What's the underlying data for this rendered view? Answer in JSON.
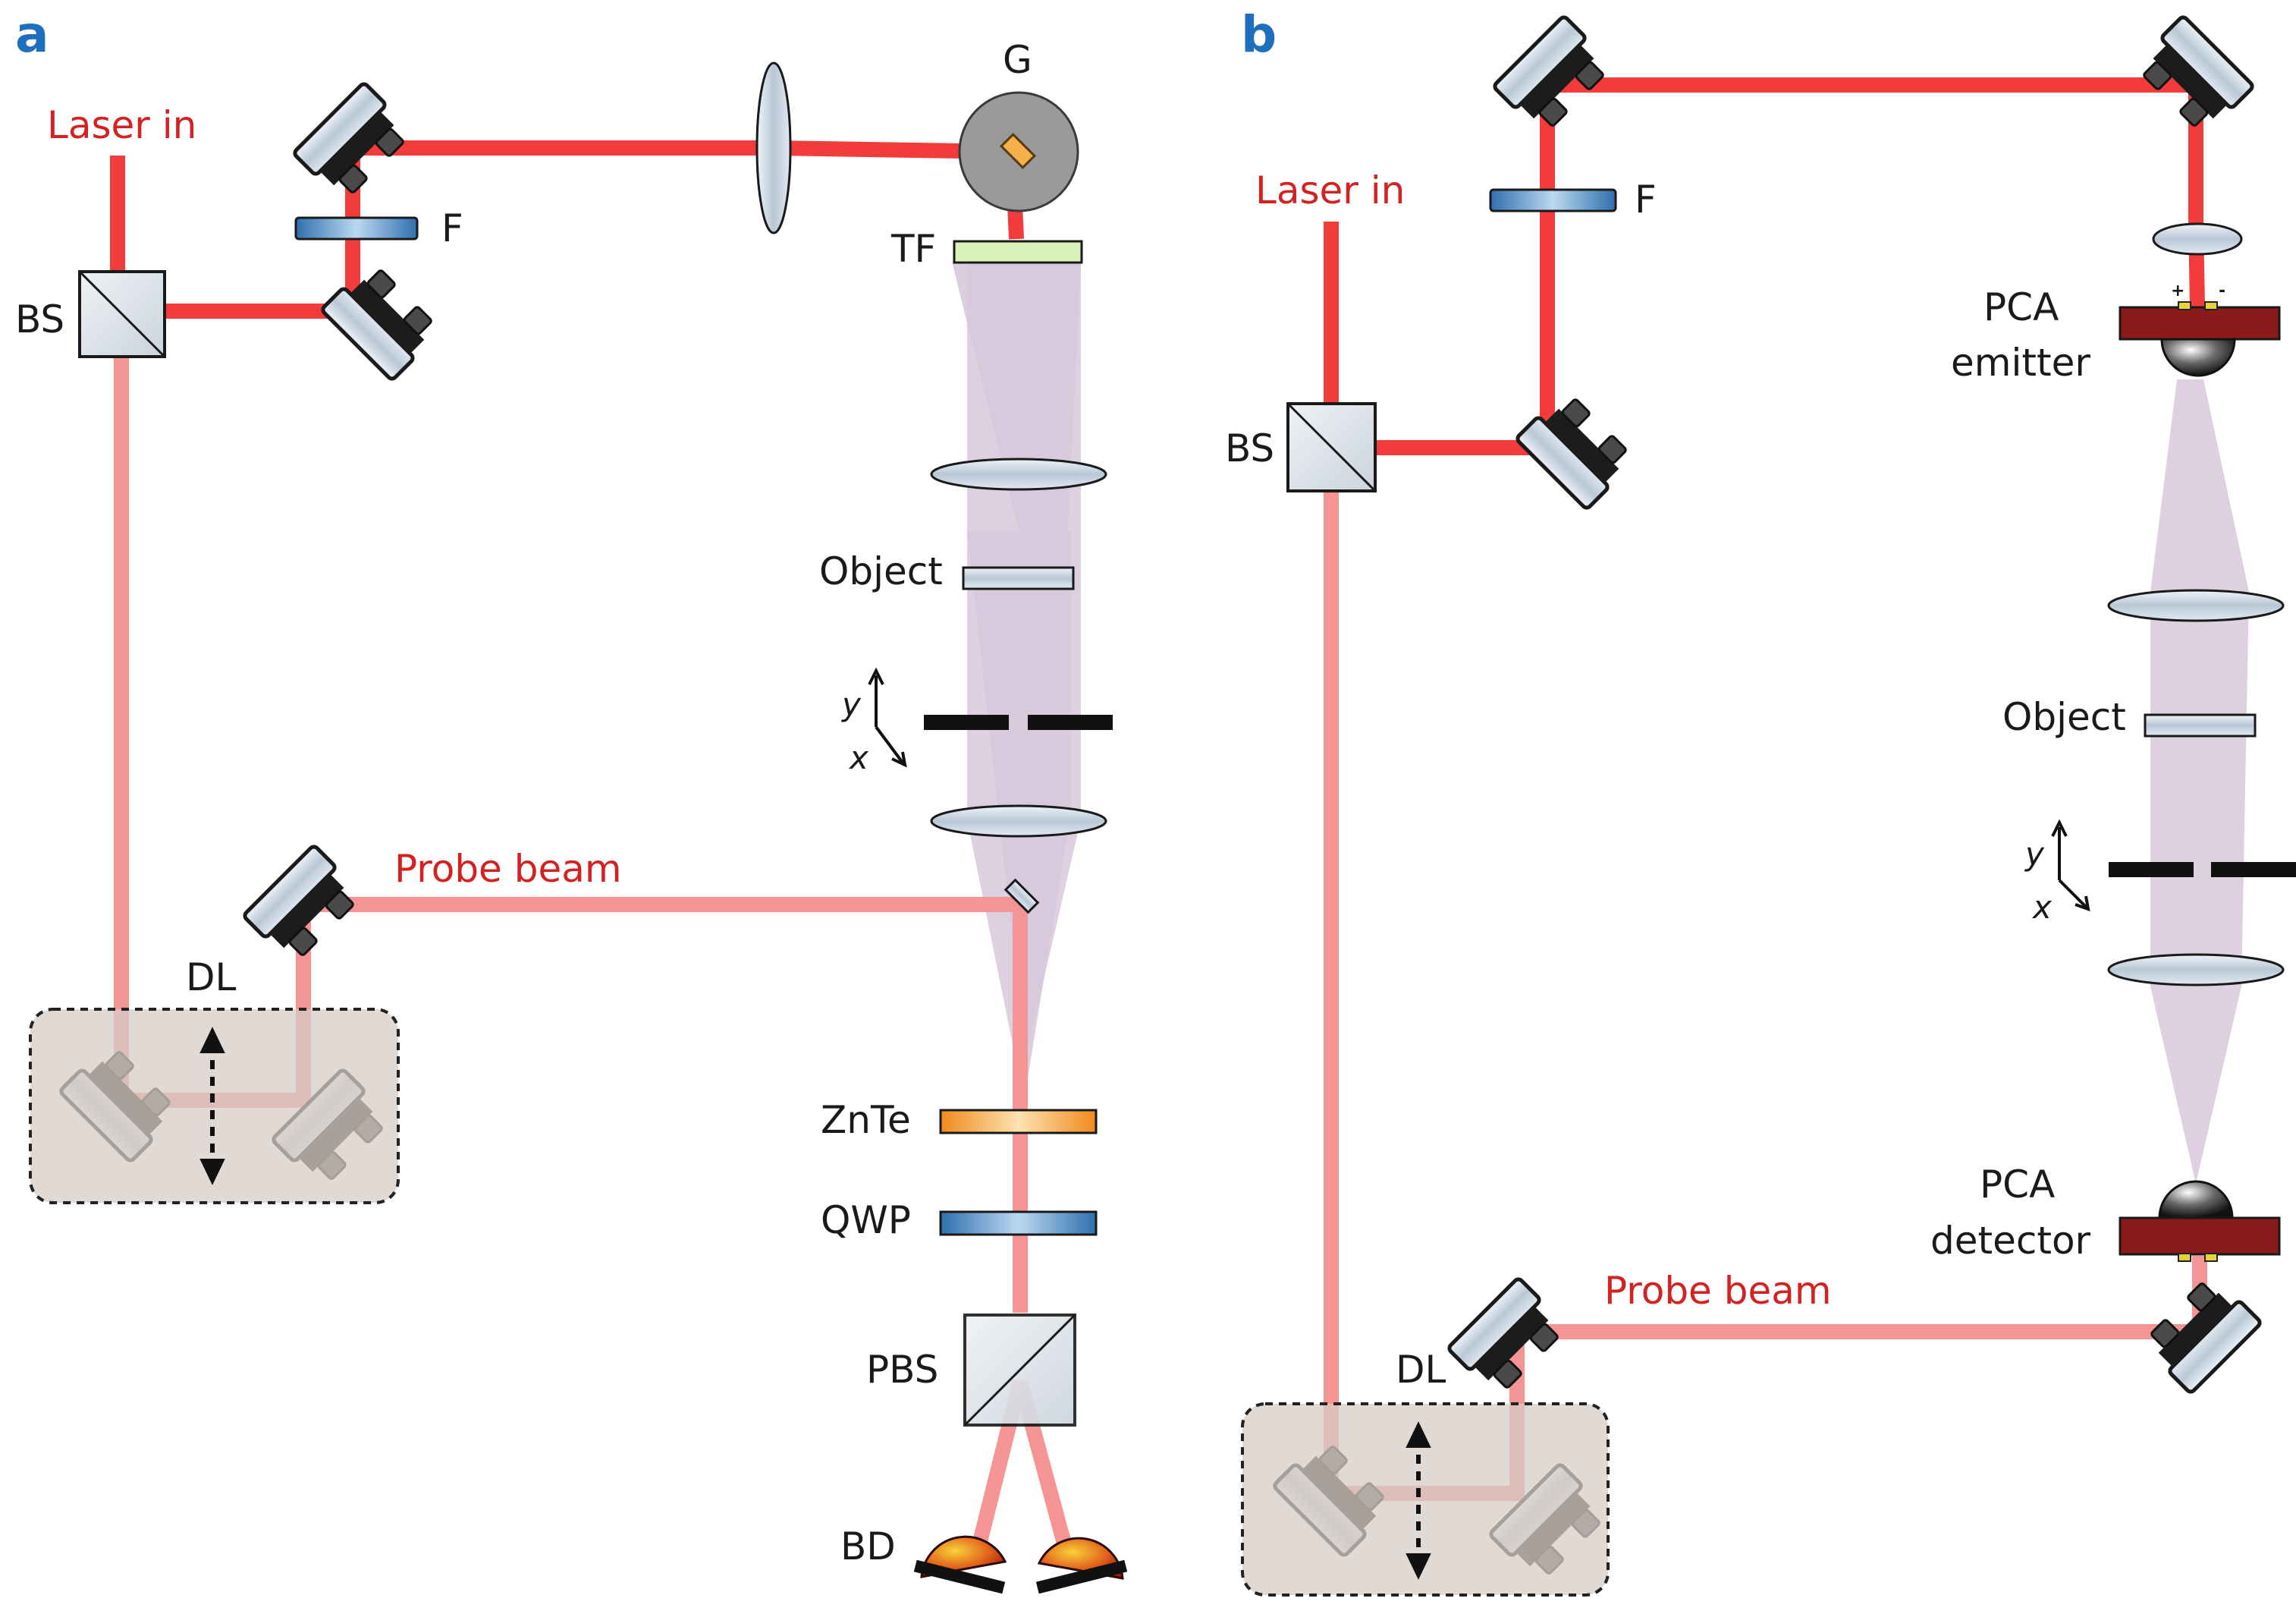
{
  "panels": [
    {
      "panel_label": "a",
      "labels": {
        "laser_in": "Laser in",
        "bs": "BS",
        "f": "F",
        "g": "G",
        "tf": "TF",
        "object": "Object",
        "probe_beam": "Probe beam",
        "dl": "DL",
        "znte": "ZnTe",
        "qwp": "QWP",
        "pbs": "PBS",
        "bd": "BD",
        "axis_y": "y",
        "axis_x": "x"
      }
    },
    {
      "panel_label": "b",
      "labels": {
        "laser_in": "Laser in",
        "bs": "BS",
        "f": "F",
        "pca_emitter_line1": "PCA",
        "pca_emitter_line2": "emitter",
        "object": "Object",
        "pca_detector_line1": "PCA",
        "pca_detector_line2": "detector",
        "probe_beam": "Probe beam",
        "dl": "DL",
        "axis_y": "y",
        "axis_x": "x",
        "plus": "+",
        "minus": "-"
      }
    }
  ],
  "colors": {
    "pump_beam": "#f23b3b",
    "probe_beam": "#f49494",
    "thz_beam": "#d8c8dc",
    "label_red": "#d42222",
    "panel_label": "#1f6fbf",
    "delay_box": "#d6ccc6",
    "filter_blue": "#3f8fcf",
    "tf_green": "#d9f0b8",
    "znte_orange": "#f5a538",
    "pca_substrate": "#8b1a1a"
  }
}
